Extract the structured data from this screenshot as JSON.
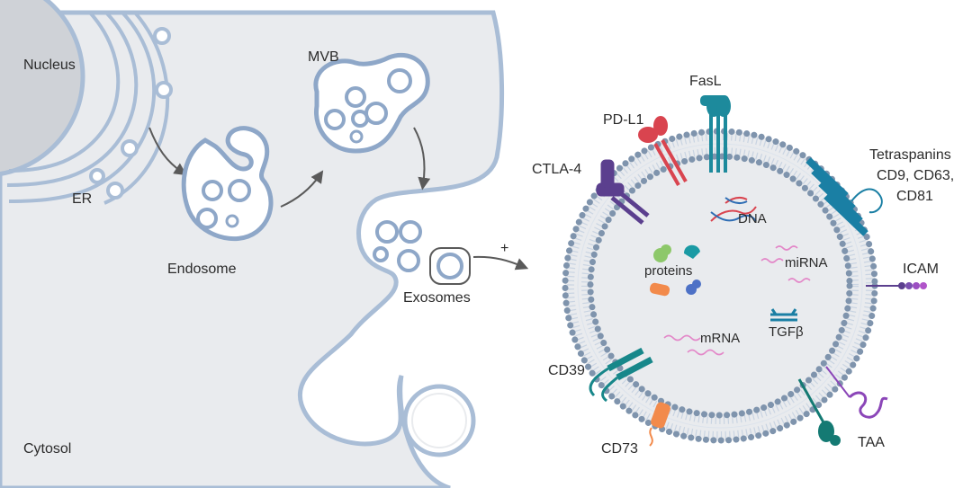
{
  "cell": {
    "nucleus_label": "Nucleus",
    "er_label": "ER",
    "endosome_label": "Endosome",
    "mvb_label": "MVB",
    "exosomes_label": "Exosomes",
    "cytosol_label": "Cytosol",
    "plus_sign": "+"
  },
  "exosome": {
    "surface_labels": {
      "fasl": "FasL",
      "pdl1": "PD-L1",
      "ctla4": "CTLA-4",
      "tetraspanins_line1": "Tetraspanins",
      "tetraspanins_line2": "CD9, CD63,",
      "tetraspanins_line3": "CD81",
      "icam": "ICAM",
      "cd39": "CD39",
      "cd73": "CD73",
      "taa": "TAA"
    },
    "cargo_labels": {
      "dna": "DNA",
      "proteins": "proteins",
      "mirna": "miRNA",
      "mrna": "mRNA",
      "tgfb": "TGFβ"
    }
  },
  "colors": {
    "cytosol_fill": "#e9ebee",
    "membrane_stroke": "#a9bdd6",
    "nucleus_fill": "#cfd2d7",
    "vesicle_stroke": "#8ea7c8",
    "lipid_head": "#7f94ad",
    "lipid_tail": "#c9d4e2",
    "arrow": "#5a5a5a",
    "fasl": "#1d8a9c",
    "pdl1": "#d9444f",
    "ctla4": "#5b3f8e",
    "tetraspanin": "#1a7fa4",
    "icam": "#5b3f8e",
    "cd39": "#17878a",
    "cd73": "#f28a4b",
    "taa": "#147a73",
    "taa_peptide": "#8b46b8",
    "rna": "#e387c8",
    "dna_red": "#d9444f",
    "dna_blue": "#2e6db4",
    "tgfb": "#1a7fa4"
  }
}
